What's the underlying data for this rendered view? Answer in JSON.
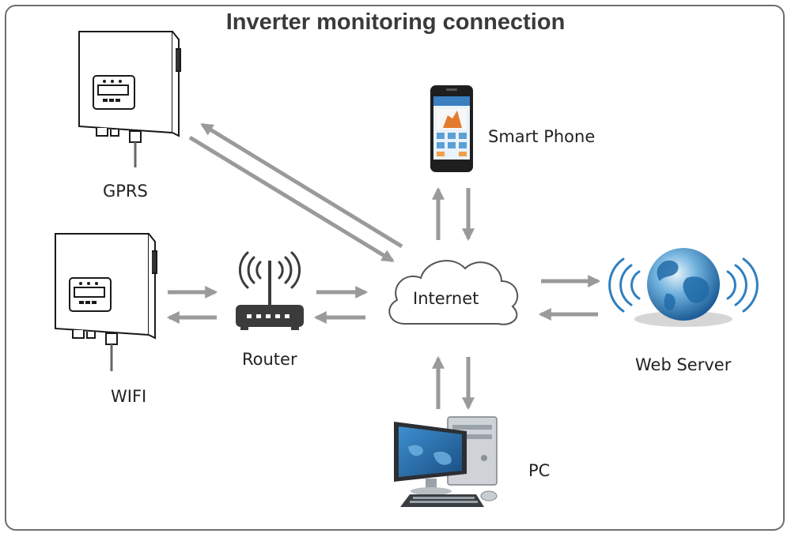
{
  "title": "Inverter monitoring connection",
  "nodes": {
    "gprs": {
      "label": "GPRS",
      "icon": "inverter-icon"
    },
    "wifi": {
      "label": "WIFI",
      "icon": "inverter-icon"
    },
    "router": {
      "label": "Router",
      "icon": "router-icon"
    },
    "internet": {
      "label": "Internet",
      "icon": "cloud-icon"
    },
    "smartphone": {
      "label": "Smart Phone",
      "icon": "smartphone-icon"
    },
    "webserver": {
      "label": "Web Server",
      "icon": "globe-icon"
    },
    "pc": {
      "label": "PC",
      "icon": "desktop-computer-icon"
    }
  },
  "colors": {
    "arrow": "#9a9a9a",
    "border": "#6e6e6e",
    "title": "#3a3a3a",
    "globe": "#2f7fbf",
    "screen": "#2a78b8"
  }
}
